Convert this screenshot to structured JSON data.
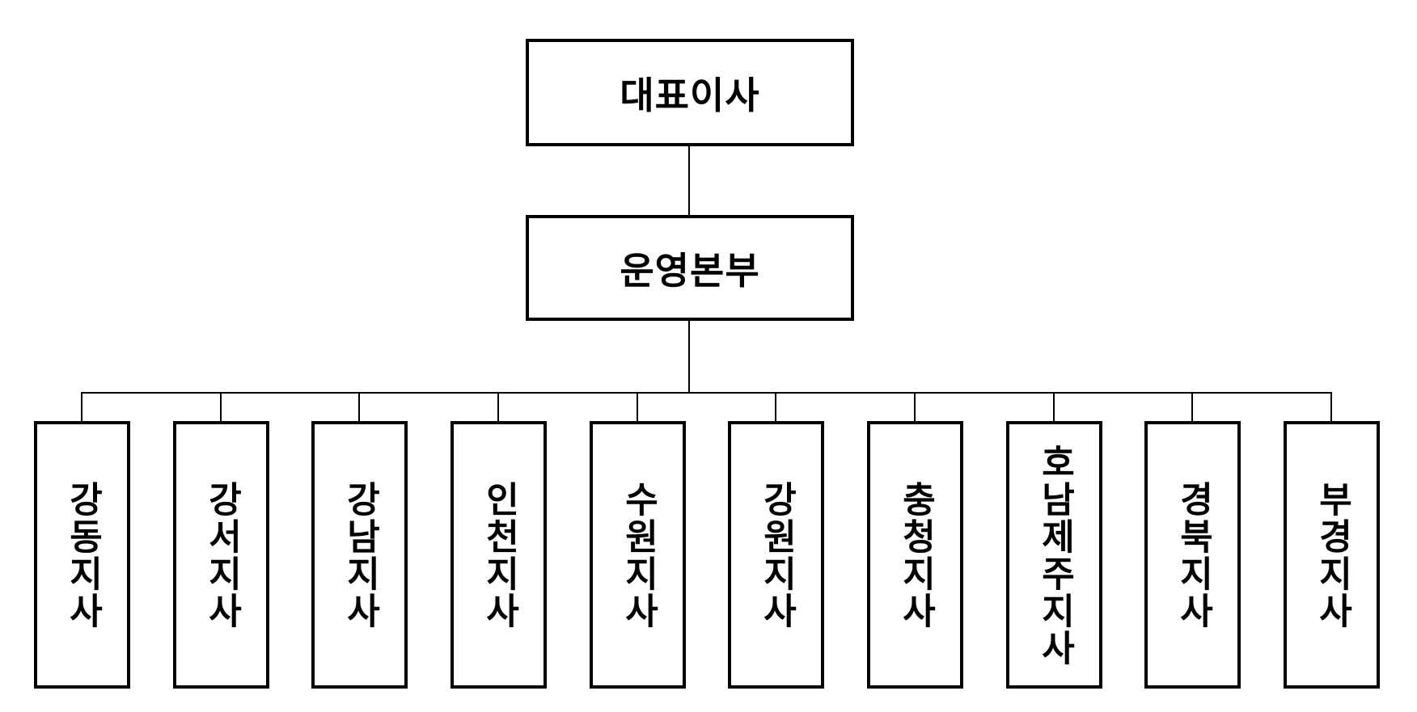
{
  "diagram": {
    "type": "org-chart",
    "root": {
      "label": "대표이사"
    },
    "hq": {
      "label": "운영본부"
    },
    "branches": [
      {
        "label": "강동지사"
      },
      {
        "label": "강서지사"
      },
      {
        "label": "강남지사"
      },
      {
        "label": "인천지사"
      },
      {
        "label": "수원지사"
      },
      {
        "label": "강원지사"
      },
      {
        "label": "충청지사"
      },
      {
        "label": "호남제주지사"
      },
      {
        "label": "경북지사"
      },
      {
        "label": "부경지사"
      }
    ],
    "colors": {
      "line": "#000000",
      "text": "#000000",
      "background": "#ffffff"
    }
  }
}
